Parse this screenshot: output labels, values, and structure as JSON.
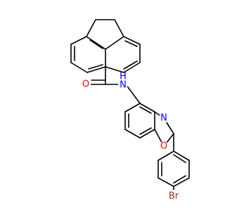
{
  "molecule": {
    "atom_labels": {
      "oxygen_carbonyl": "O",
      "nitrogen_amide": "N",
      "hydrogen_amide": "H",
      "nitrogen_oxazole": "N",
      "oxygen_oxazole": "O",
      "bromine": "Br"
    },
    "colors": {
      "bond": "#000000",
      "oxygen": "#ff0000",
      "nitrogen": "#0000ff",
      "bromine": "#a52a2a"
    }
  }
}
